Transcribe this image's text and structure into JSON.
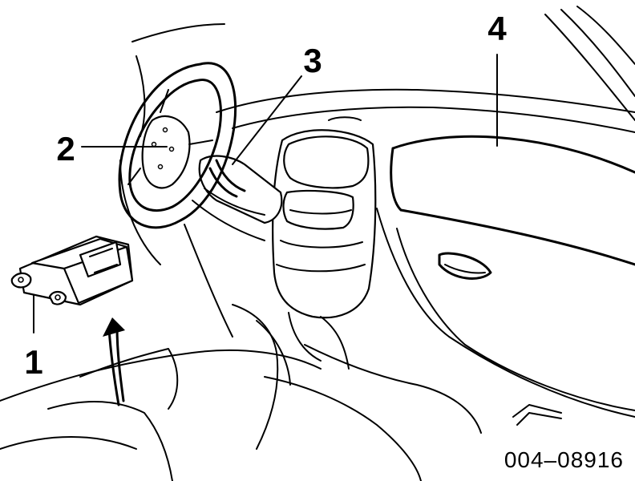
{
  "callouts": [
    {
      "id": "1",
      "label": "1"
    },
    {
      "id": "2",
      "label": "2"
    },
    {
      "id": "3",
      "label": "3"
    },
    {
      "id": "4",
      "label": "4"
    }
  ],
  "figure_code": "004–08916"
}
